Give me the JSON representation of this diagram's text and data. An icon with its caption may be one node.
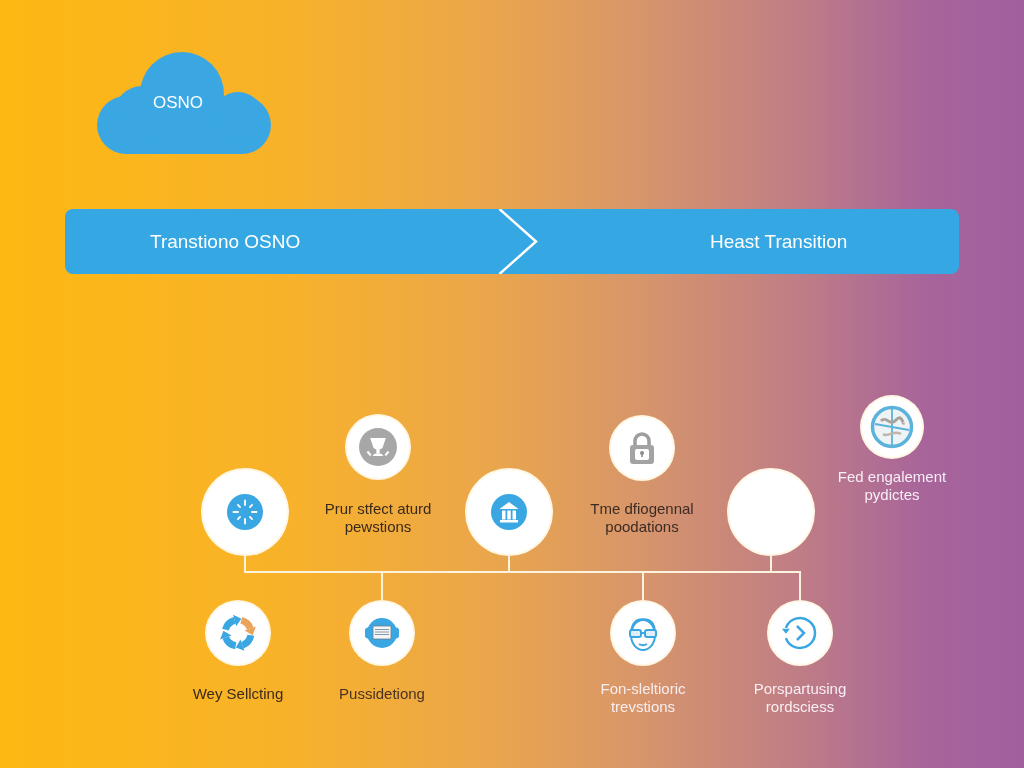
{
  "diagram": {
    "nodes": [
      {
        "text": [
          "OSNO"
        ]
      },
      {
        "text": [
          "Transtiono OSNO",
          "Heast Transition"
        ]
      },
      {
        "text": [],
        "shape": "circle",
        "beside": [
          "Prur stfect aturd pewstions"
        ]
      },
      {
        "text": [],
        "shape": "circle",
        "beside": [
          "Tme dfiogennal poodations"
        ]
      },
      {
        "text": [],
        "shape": "circle",
        "beside": [
          "Fed engalement pydictes"
        ]
      },
      {
        "text": [],
        "shape": "circle"
      },
      {
        "text": [],
        "shape": "circle"
      },
      {
        "text": [],
        "shape": "circle"
      },
      {
        "text": [],
        "shape": "circle",
        "beside": [
          "Wey Sellcting"
        ]
      },
      {
        "text": [],
        "shape": "circle",
        "beside": [
          "Pussidetiong"
        ]
      },
      {
        "text": [],
        "shape": "circle",
        "beside": [
          "Fon-sleltioric trevstions"
        ]
      },
      {
        "text": [],
        "shape": "circle",
        "beside": [
          "Porspartusing rordsciess"
        ]
      }
    ],
    "edges": [
      {
        "from": 5,
        "to": 9,
        "arrow": "none"
      },
      {
        "from": 5,
        "to": 10,
        "arrow": "none"
      },
      {
        "from": 5,
        "to": 11,
        "arrow": "none"
      },
      {
        "from": 6,
        "to": 9,
        "arrow": "none"
      },
      {
        "from": 6,
        "to": 10,
        "arrow": "none"
      },
      {
        "from": 6,
        "to": 11,
        "arrow": "none"
      },
      {
        "from": 7,
        "to": 9,
        "arrow": "none"
      },
      {
        "from": 7,
        "to": 10,
        "arrow": "none"
      },
      {
        "from": 7,
        "to": 11,
        "arrow": "none"
      }
    ]
  }
}
